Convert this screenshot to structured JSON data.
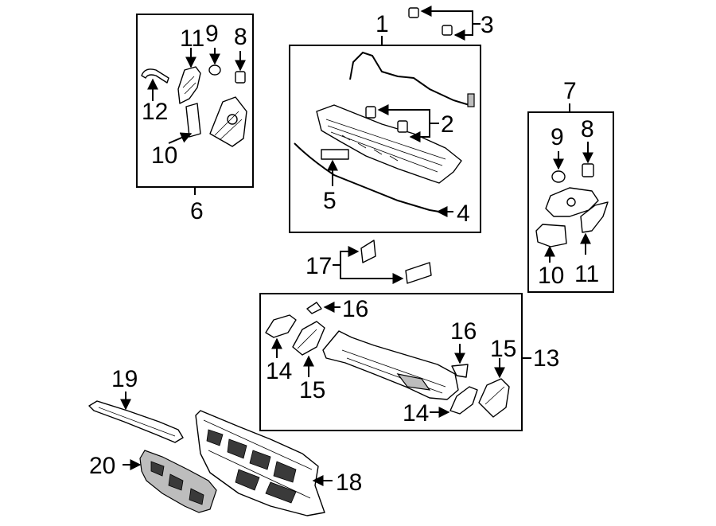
{
  "callouts": {
    "n1": "1",
    "n2": "2",
    "n3": "3",
    "n4": "4",
    "n5": "5",
    "n6": "6",
    "n7": "7",
    "g6_n8": "8",
    "g6_n9": "9",
    "g6_n10": "10",
    "g6_n11": "11",
    "g6_n12": "12",
    "g7_n8": "8",
    "g7_n9": "9",
    "g7_n10": "10",
    "g7_n11": "11",
    "n13": "13",
    "g13_n14a": "14",
    "g13_n14b": "14",
    "g13_n15a": "15",
    "g13_n15b": "15",
    "g13_n16a": "16",
    "g13_n16b": "16",
    "n17": "17",
    "n18": "18",
    "n19": "19",
    "n20": "20"
  }
}
